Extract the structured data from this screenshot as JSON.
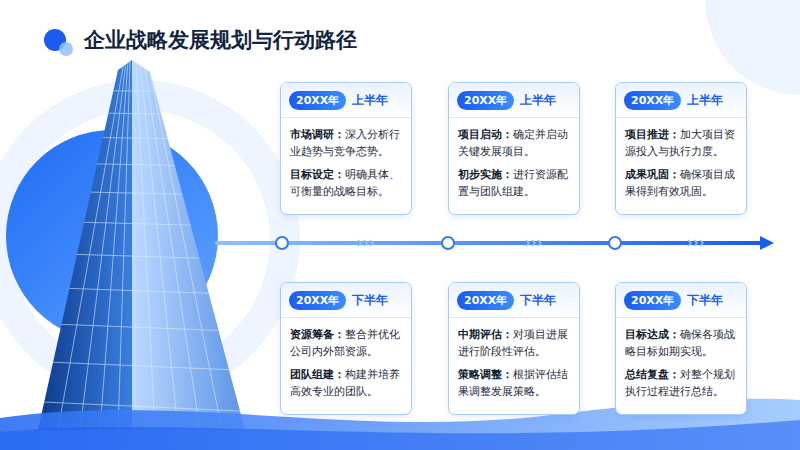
{
  "diagram": {
    "title": "企业战略发展规划与行动路径",
    "nodes": [
      {
        "text": [
          "20XX年",
          "上半年",
          "市场调研：",
          "深入分析行业趋势与竞争态势。",
          "目标设定：",
          "明确具体、可衡量的战略目标。"
        ]
      },
      {
        "text": [
          "20XX年",
          "下半年",
          "资源筹备：",
          "整合并优化公司内外部资源。",
          "团队组建：",
          "构建并培养高效专业的团队。"
        ]
      },
      {
        "text": [
          "20XX年",
          "上半年",
          "项目启动：",
          "确定并启动关键发展项目。",
          "初步实施：",
          "进行资源配置与团队组建。"
        ]
      },
      {
        "text": [
          "20XX年",
          "下半年",
          "中期评估：",
          "对项目进展进行阶段性评估。",
          "策略调整：",
          "根据评估结果调整发展策略。"
        ]
      },
      {
        "text": [
          "20XX年",
          "上半年",
          "项目推进：",
          "加大项目资源投入与执行力度。",
          "成果巩固：",
          "确保项目成果得到有效巩固。"
        ]
      },
      {
        "text": [
          "20XX年",
          "下半年",
          "目标达成：",
          "确保各项战略目标如期实现。",
          "总结复盘：",
          "对整个规划执行过程进行总结。"
        ]
      }
    ]
  }
}
